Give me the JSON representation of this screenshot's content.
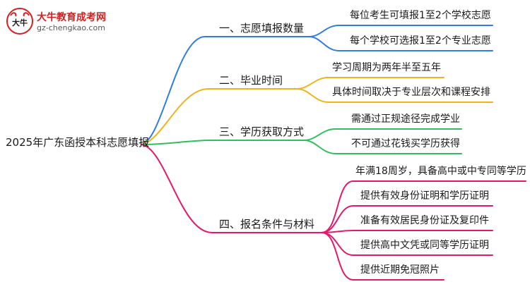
{
  "logo": {
    "name": "大牛教育成考网",
    "url": "gz-chengkao.com",
    "mark_text": "大牛"
  },
  "mindmap": {
    "root": "2025年广东函授本科志愿填报",
    "branches": [
      {
        "label": "一、志愿填报数量",
        "color": "#2f7de0",
        "children": [
          "每位考生可填报1至2个学校志愿",
          "每个学校可选报1至2个专业志愿"
        ]
      },
      {
        "label": "二、毕业时间",
        "color": "#f2b21b",
        "children": [
          "学习周期为两年半至五年",
          "具体时间取决于专业层次和课程安排"
        ]
      },
      {
        "label": "三、学历获取方式",
        "color": "#2fbf5f",
        "children": [
          "需通过正规途径完成学业",
          "不可通过花钱买学历获得"
        ]
      },
      {
        "label": "四、报名条件与材料",
        "color": "#e5196b",
        "children": [
          "年满18周岁，具备高中或中专同等学历",
          "提供有效身份证明和学历证明",
          "准备有效居民身份证及复印件",
          "提供高中文凭或同等学历证明",
          "提供近期免冠照片"
        ]
      }
    ]
  }
}
